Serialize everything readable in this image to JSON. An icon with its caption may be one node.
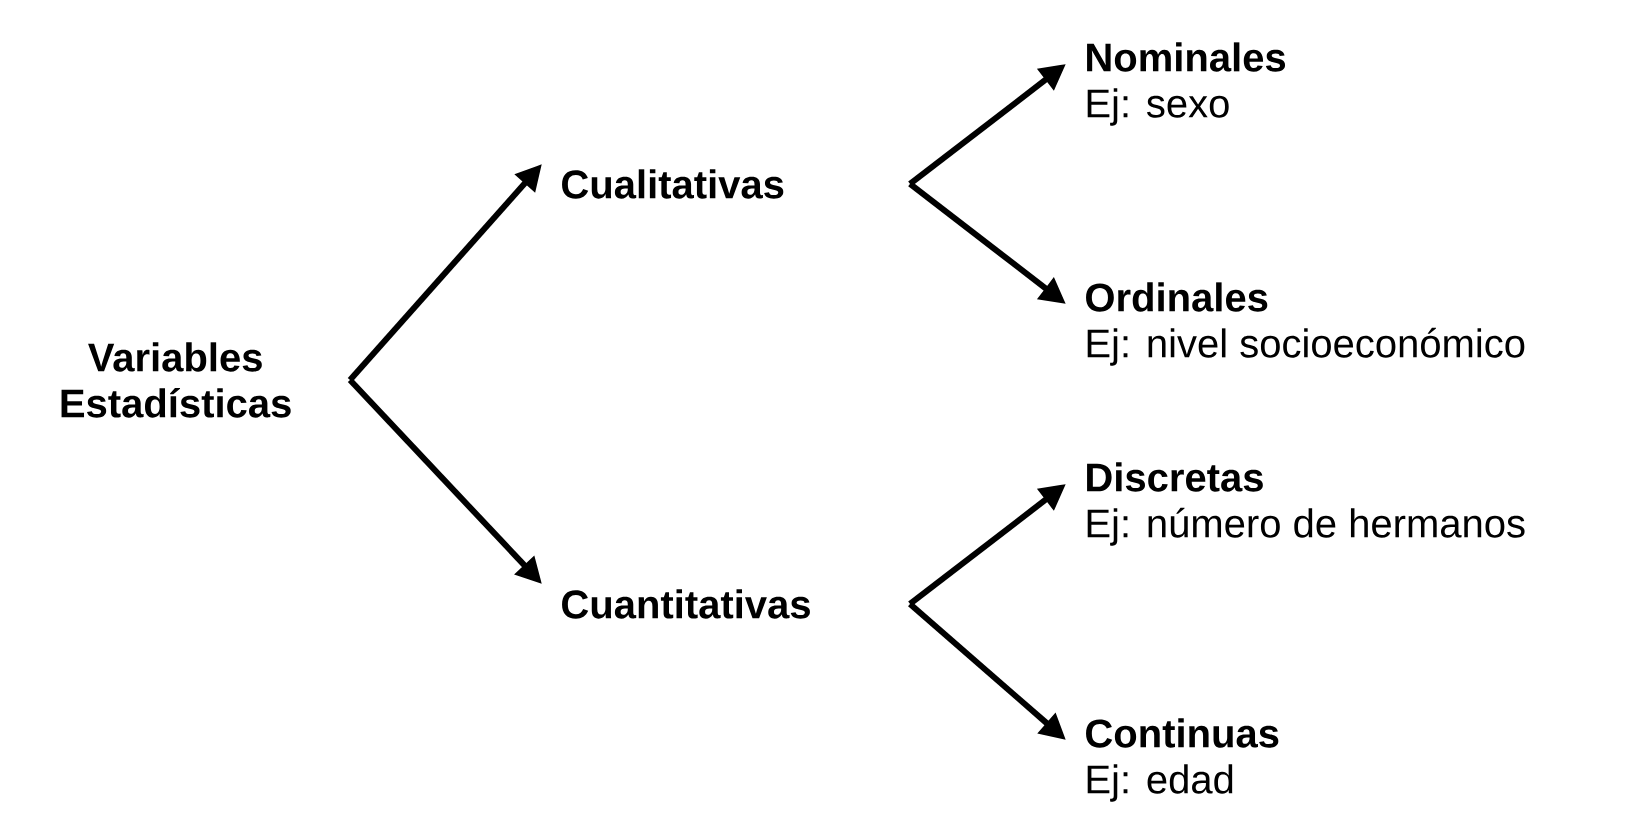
{
  "diagram": {
    "nodes": [
      {
        "text": [
          "Variables Estadísticas"
        ]
      },
      {
        "text": [
          "Cualitativas"
        ]
      },
      {
        "text": [
          "Cuantitativas"
        ]
      },
      {
        "text": [
          "Nominales",
          "Ej: sexo"
        ]
      },
      {
        "text": [
          "Ordinales",
          "Ej: nivel socioeconómico"
        ]
      },
      {
        "text": [
          "Discretas",
          "Ej: número de hermanos"
        ]
      },
      {
        "text": [
          "Continuas",
          "Ej: edad"
        ]
      }
    ],
    "edges": [
      {
        "from": 0,
        "to": 1,
        "arrow": "to"
      },
      {
        "from": 0,
        "to": 2,
        "arrow": "to"
      },
      {
        "from": 1,
        "to": 3,
        "arrow": "to"
      },
      {
        "from": 1,
        "to": 4,
        "arrow": "to"
      },
      {
        "from": 2,
        "to": 5,
        "arrow": "to"
      },
      {
        "from": 2,
        "to": 6,
        "arrow": "to"
      }
    ]
  }
}
